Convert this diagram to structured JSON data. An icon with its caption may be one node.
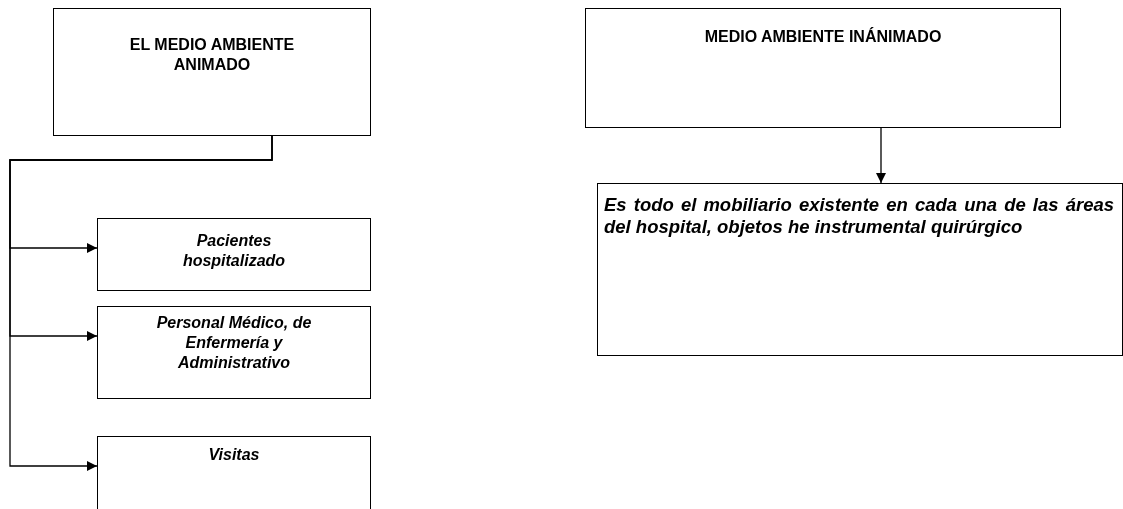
{
  "diagram": {
    "nodes": [
      {
        "text": [
          "EL MEDIO AMBIENTE ANIMADO"
        ]
      },
      {
        "text": [
          "Pacientes hospitalizado"
        ]
      },
      {
        "text": [
          "Personal Médico, de Enfermería y Administrativo"
        ]
      },
      {
        "text": [
          "Visitas"
        ]
      },
      {
        "text": [
          "MEDIO AMBIENTE INÁNIMADO"
        ]
      },
      {
        "text": [
          "Es todo el mobiliario existente en cada una de las áreas del hospital, objetos he instrumental quirúrgico"
        ]
      }
    ],
    "edges": [
      {
        "from": 0,
        "to": 1,
        "arrow": "to"
      },
      {
        "from": 0,
        "to": 2,
        "arrow": "to"
      },
      {
        "from": 0,
        "to": 3,
        "arrow": "to"
      },
      {
        "from": 4,
        "to": 5,
        "arrow": "to"
      }
    ]
  }
}
